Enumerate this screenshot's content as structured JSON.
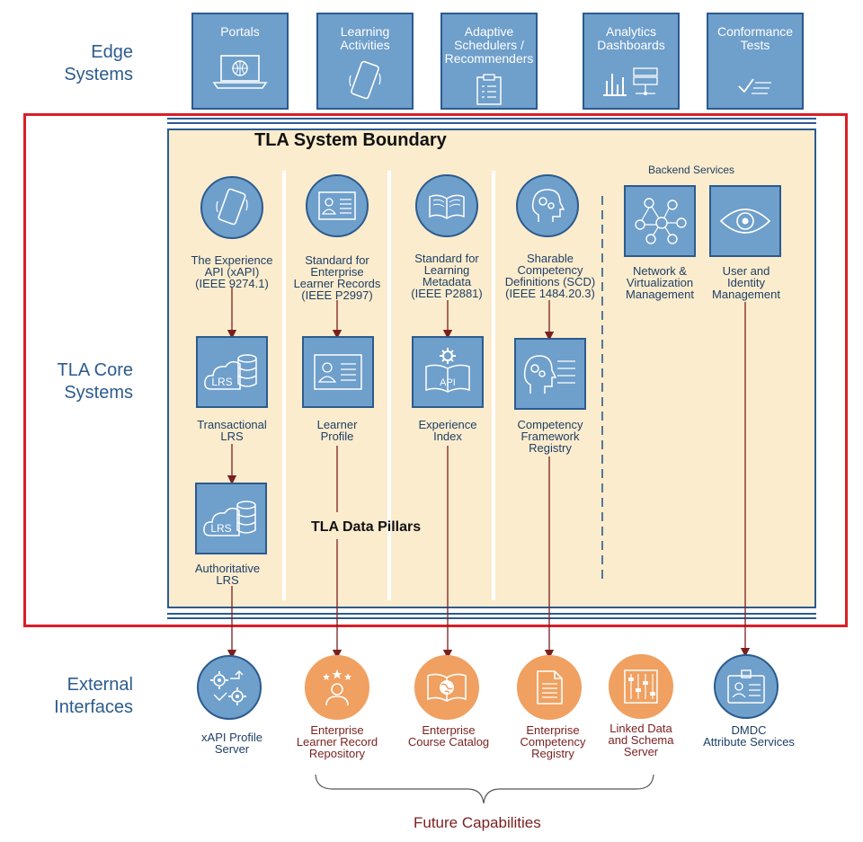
{
  "side_labels": {
    "edge": "Edge\nSystems",
    "core": "TLA Core\nSystems",
    "external": "External\nInterfaces"
  },
  "edge_systems": [
    {
      "label": "Portals",
      "icon": "laptop-globe-icon"
    },
    {
      "label": "Learning\nActivities",
      "icon": "mobile-device-icon"
    },
    {
      "label": "Adaptive\nSchedulers /\nRecommenders",
      "icon": "clipboard-icon"
    },
    {
      "label": "Analytics\nDashboards",
      "icon": "bar-chart-server-icon"
    },
    {
      "label": "Conformance\nTests",
      "icon": "checklist-icon"
    }
  ],
  "boundary_title": "TLA System Boundary",
  "backend_title": "Backend Services",
  "data_pillars_title": "TLA Data Pillars",
  "pillars": [
    {
      "standard": "The Experience\nAPI (xAPI)\n(IEEE 9274.1)",
      "standard_icon": "mobile-device-icon",
      "component": "Transactional\nLRS",
      "component_icon": "lrs-cloud-database-icon",
      "component2": "Authoritative\nLRS",
      "component2_icon": "lrs-cloud-database-icon",
      "external": "xAPI Profile\nServer",
      "external_icon": "gears-icon"
    },
    {
      "standard": "Standard for\nEnterprise\nLearner Records\n(IEEE P2997)",
      "standard_icon": "id-card-icon",
      "component": "Learner\nProfile",
      "component_icon": "id-card-icon",
      "external": "Enterprise\nLearner Record\nRepository",
      "external_icon": "stars-person-icon"
    },
    {
      "standard": "Standard for\nLearning\nMetadata\n(IEEE P2881)",
      "standard_icon": "open-book-icon",
      "component": "Experience\nIndex",
      "component_icon": "book-gear-api-icon",
      "api_label": "API",
      "external": "Enterprise\nCourse Catalog",
      "external_icon": "book-globe-icon"
    },
    {
      "standard": "Sharable\nCompetency\nDefinitions (SCD)\n(IEEE 1484.20.3)",
      "standard_icon": "head-gears-icon",
      "component": "Competency\nFramework\nRegistry",
      "component_icon": "head-gears-list-icon",
      "external": "Enterprise\nCompetency\nRegistry",
      "external_icon": "document-icon"
    }
  ],
  "backend_services": [
    {
      "label": "Network &\nVirtualization\nManagement",
      "icon": "network-people-icon"
    },
    {
      "label": "User and\nIdentity\nManagement",
      "icon": "eye-icon",
      "external": "DMDC\nAttribute Services",
      "external_icon": "id-badge-icon"
    }
  ],
  "linked_data": {
    "label": "Linked Data\nand Schema\nServer",
    "icon": "sliders-icon"
  },
  "lrs_label": "LRS",
  "future_label": "Future Capabilities",
  "colors": {
    "box_fill": "#6f9fcb",
    "box_border": "#2c5b8e",
    "boundary_fill": "#fbeccd",
    "red_border": "#d81f26",
    "arrow": "#7a1f1f",
    "future_orange": "#f0a060"
  }
}
